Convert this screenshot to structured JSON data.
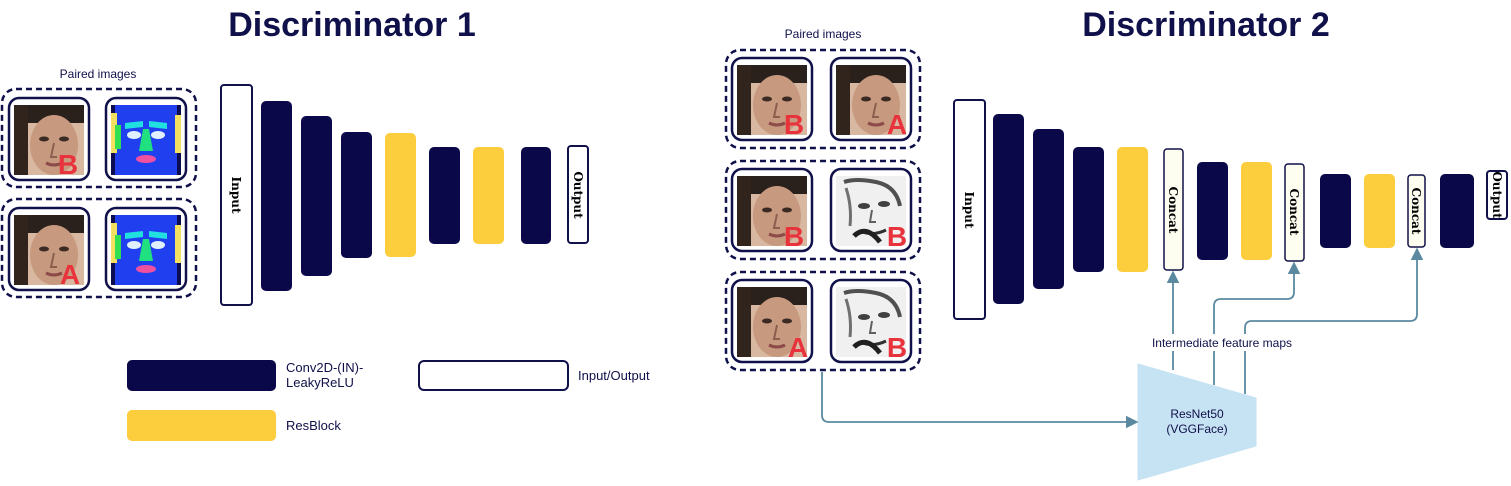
{
  "disc1": {
    "title": "Discriminator 1",
    "paired_label": "Paired images",
    "pair_letters": [
      "B",
      "A"
    ],
    "input_label": "Input",
    "output_label": "Output"
  },
  "disc2": {
    "title": "Discriminator 2",
    "paired_label": "Paired images",
    "pair_letters": [
      [
        "B",
        "A"
      ],
      [
        "B",
        "B"
      ],
      [
        "A",
        "B"
      ]
    ],
    "input_label": "Input",
    "output_label": "Output",
    "concat_label": "Concat",
    "feature_maps_label": "Intermediate feature maps",
    "resnet_line1": "ResNet50",
    "resnet_line2": "(VGGFace)"
  },
  "legend": {
    "conv_line1": "Conv2D-(IN)-",
    "conv_line2": "LeakyReLU",
    "resblock": "ResBlock",
    "io": "Input/Output"
  },
  "colors": {
    "conv": "#0b0849",
    "resblock": "#fccd3d",
    "title": "#10104a",
    "arrow": "#5b8aa0",
    "resnet_fill": "#c6e3f3",
    "letter": "#e8333c",
    "concat_fill": "#fdfdf0"
  },
  "icons": [
    "face-photo",
    "face-segmentation-map",
    "face-sketch"
  ]
}
